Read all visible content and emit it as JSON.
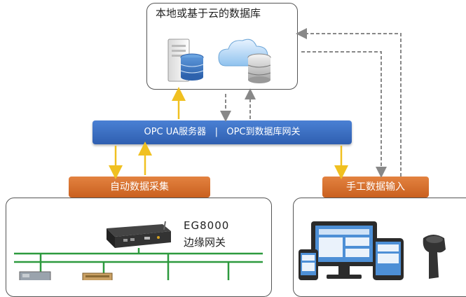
{
  "database_box": {
    "title": "本地或基于云的数据库"
  },
  "gateway_bar": {
    "label": "OPC UA服务器   |   OPC到数据库网关"
  },
  "auto_collect": {
    "label": "自动数据采集"
  },
  "manual_input": {
    "label": "手工数据输入"
  },
  "edge_device": {
    "model": "EG8000",
    "name": "边缘网关"
  },
  "colors": {
    "blue_bar": "#3a6fc4",
    "orange_bar": "#d9702e",
    "arrow_yellow": "#f0c020",
    "arrow_gray": "#888888",
    "network_green": "#2d9a3e"
  }
}
